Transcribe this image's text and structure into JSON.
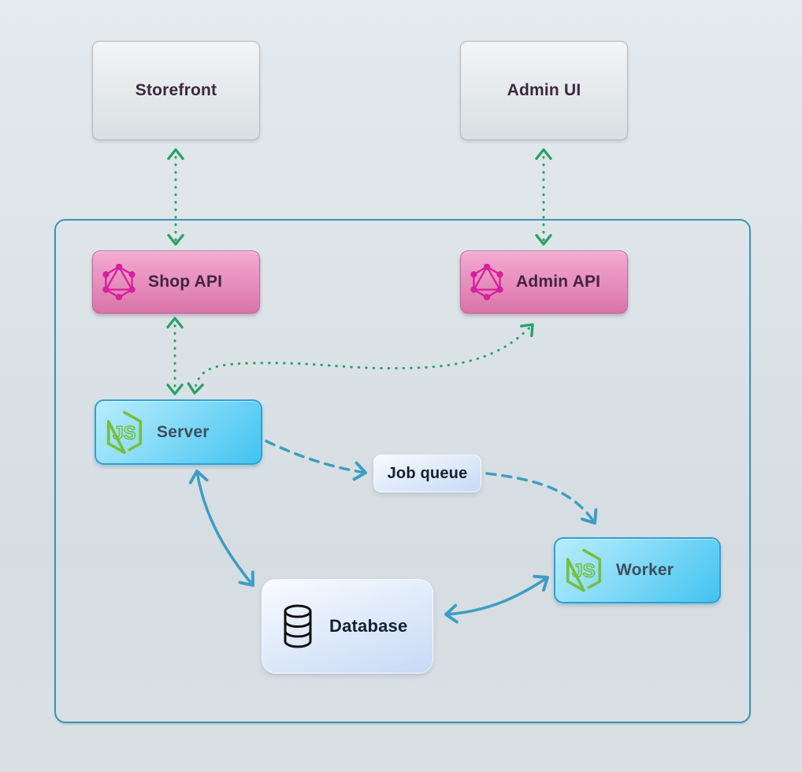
{
  "diagram": {
    "nodes": {
      "storefront": {
        "label": "Storefront",
        "kind": "external-app"
      },
      "admin_ui": {
        "label": "Admin UI",
        "kind": "external-app"
      },
      "shop_api": {
        "label": "Shop API",
        "kind": "graphql-api",
        "icon": "graphql-icon"
      },
      "admin_api": {
        "label": "Admin API",
        "kind": "graphql-api",
        "icon": "graphql-icon"
      },
      "server": {
        "label": "Server",
        "kind": "nodejs-process",
        "icon": "nodejs-icon"
      },
      "job_queue": {
        "label": "Job queue",
        "kind": "queue"
      },
      "worker": {
        "label": "Worker",
        "kind": "nodejs-process",
        "icon": "nodejs-icon"
      },
      "database": {
        "label": "Database",
        "kind": "datastore",
        "icon": "database-icon"
      }
    },
    "edges": [
      {
        "from": "Storefront",
        "to": "Shop API",
        "style": "dotted",
        "color": "green",
        "arrows": "both"
      },
      {
        "from": "Admin UI",
        "to": "Admin API",
        "style": "dotted",
        "color": "green",
        "arrows": "both"
      },
      {
        "from": "Shop API",
        "to": "Server",
        "style": "dotted",
        "color": "green",
        "arrows": "both"
      },
      {
        "from": "Server",
        "to": "Admin API",
        "style": "dotted",
        "color": "green",
        "arrows": "both"
      },
      {
        "from": "Server",
        "to": "Job queue",
        "style": "dashed",
        "color": "blue",
        "arrows": "forward"
      },
      {
        "from": "Job queue",
        "to": "Worker",
        "style": "dashed",
        "color": "blue",
        "arrows": "forward"
      },
      {
        "from": "Server",
        "to": "Database",
        "style": "solid",
        "color": "blue",
        "arrows": "both"
      },
      {
        "from": "Database",
        "to": "Worker",
        "style": "solid",
        "color": "blue",
        "arrows": "both"
      }
    ],
    "colors": {
      "background": "#dde4e8",
      "container_border": "#3795b8",
      "green_arrow": "#26a269",
      "blue_arrow": "#3d9dc3",
      "external_box_top": "#f2f4f5",
      "external_box_bottom": "#d9dfe2",
      "external_box_border": "#b3babe",
      "external_text": "#3c2940",
      "api_box_top": "#f3abd1",
      "api_box_bottom": "#d974a9",
      "api_box_border": "#bb6198",
      "api_text": "#45243e",
      "graphql_icon": "#d81f9d",
      "node_box_top": "#9ae2fa",
      "node_box_bottom": "#41c3f0",
      "node_box_border": "#2da0d6",
      "node_text": "#3e4e5c",
      "nodejs_icon": "#76bf3c",
      "light_box_top": "#f8fbff",
      "light_box_bottom": "#c6daf6",
      "light_text": "#16212f",
      "database_icon": "#111111"
    }
  }
}
